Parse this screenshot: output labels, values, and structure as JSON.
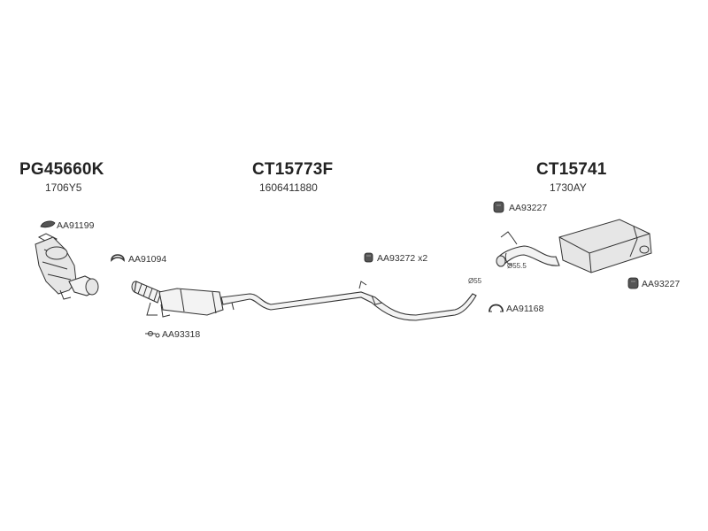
{
  "groups": [
    {
      "code": "PG45660K",
      "sub": "1706Y5"
    },
    {
      "code": "CT15773F",
      "sub": "1606411880"
    },
    {
      "code": "CT15741",
      "sub": "1730AY"
    }
  ],
  "parts": {
    "clamp_top": "AA91199",
    "gasket_left": "AA91094",
    "bolt_set": "AA93318",
    "rubber_mount": "AA93272 x2",
    "rubber_top": "AA93227",
    "rubber_right": "AA93227",
    "clamp_right": "AA91168"
  },
  "dimensions": {
    "diameter_mid": "Ø55",
    "diameter_rear": "Ø55.5"
  }
}
